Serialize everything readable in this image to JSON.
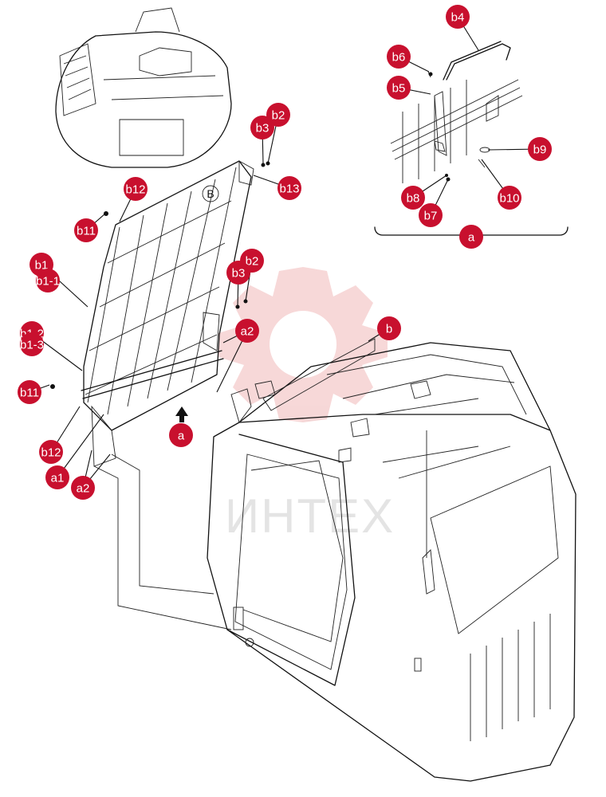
{
  "watermark": {
    "text": "ИНТЕХ",
    "color": "#f0b8b8"
  },
  "callout_color": "#c8102e",
  "markers": {
    "panel_letter": "B"
  },
  "callouts": [
    {
      "label": "b4"
    },
    {
      "label": "b6"
    },
    {
      "label": "b5"
    },
    {
      "label": "b9"
    },
    {
      "label": "b8"
    },
    {
      "label": "b10"
    },
    {
      "label": "b7"
    },
    {
      "label": "a"
    },
    {
      "label": "b2"
    },
    {
      "label": "b3"
    },
    {
      "label": "b13"
    },
    {
      "label": "b12"
    },
    {
      "label": "b11"
    },
    {
      "label": "b1"
    },
    {
      "label": "b1-1"
    },
    {
      "label": "b2"
    },
    {
      "label": "b3"
    },
    {
      "label": "b1-2"
    },
    {
      "label": "b1-3"
    },
    {
      "label": "a2"
    },
    {
      "label": "b"
    },
    {
      "label": "b11"
    },
    {
      "label": "a"
    },
    {
      "label": "b12"
    },
    {
      "label": "a1"
    },
    {
      "label": "a2"
    }
  ]
}
